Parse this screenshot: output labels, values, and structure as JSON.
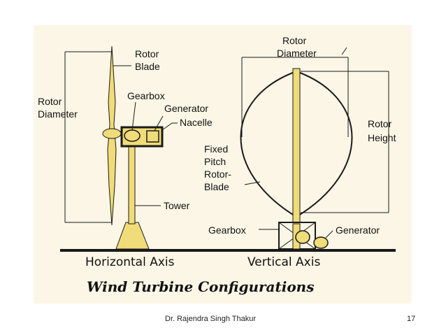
{
  "figure": {
    "labels": {
      "hawt_rotor_blade": [
        "Rotor",
        "Blade"
      ],
      "hawt_gearbox": "Gearbox",
      "hawt_generator": "Generator",
      "hawt_nacelle": "Nacelle",
      "hawt_rotor_diameter": [
        "Rotor",
        "Diameter"
      ],
      "hawt_tower": "Tower",
      "vawt_rotor_diameter": [
        "Rotor",
        "Diameter"
      ],
      "vawt_rotor_height": [
        "Rotor",
        "Height"
      ],
      "vawt_blade": [
        "Fixed",
        "Pitch",
        "Rotor-",
        "Blade"
      ],
      "vawt_gearbox": "Gearbox",
      "vawt_generator": "Generator"
    },
    "axis_labels": {
      "horizontal": "Horizontal Axis",
      "vertical": "Vertical Axis"
    },
    "caption": "Wind Turbine Configurations",
    "colors": {
      "structure": "#f0dc78",
      "outline": "#1a1a1a",
      "background": "#fbf6e6"
    }
  },
  "footer": {
    "author": "Dr. Rajendra Singh Thakur",
    "page": "17"
  }
}
